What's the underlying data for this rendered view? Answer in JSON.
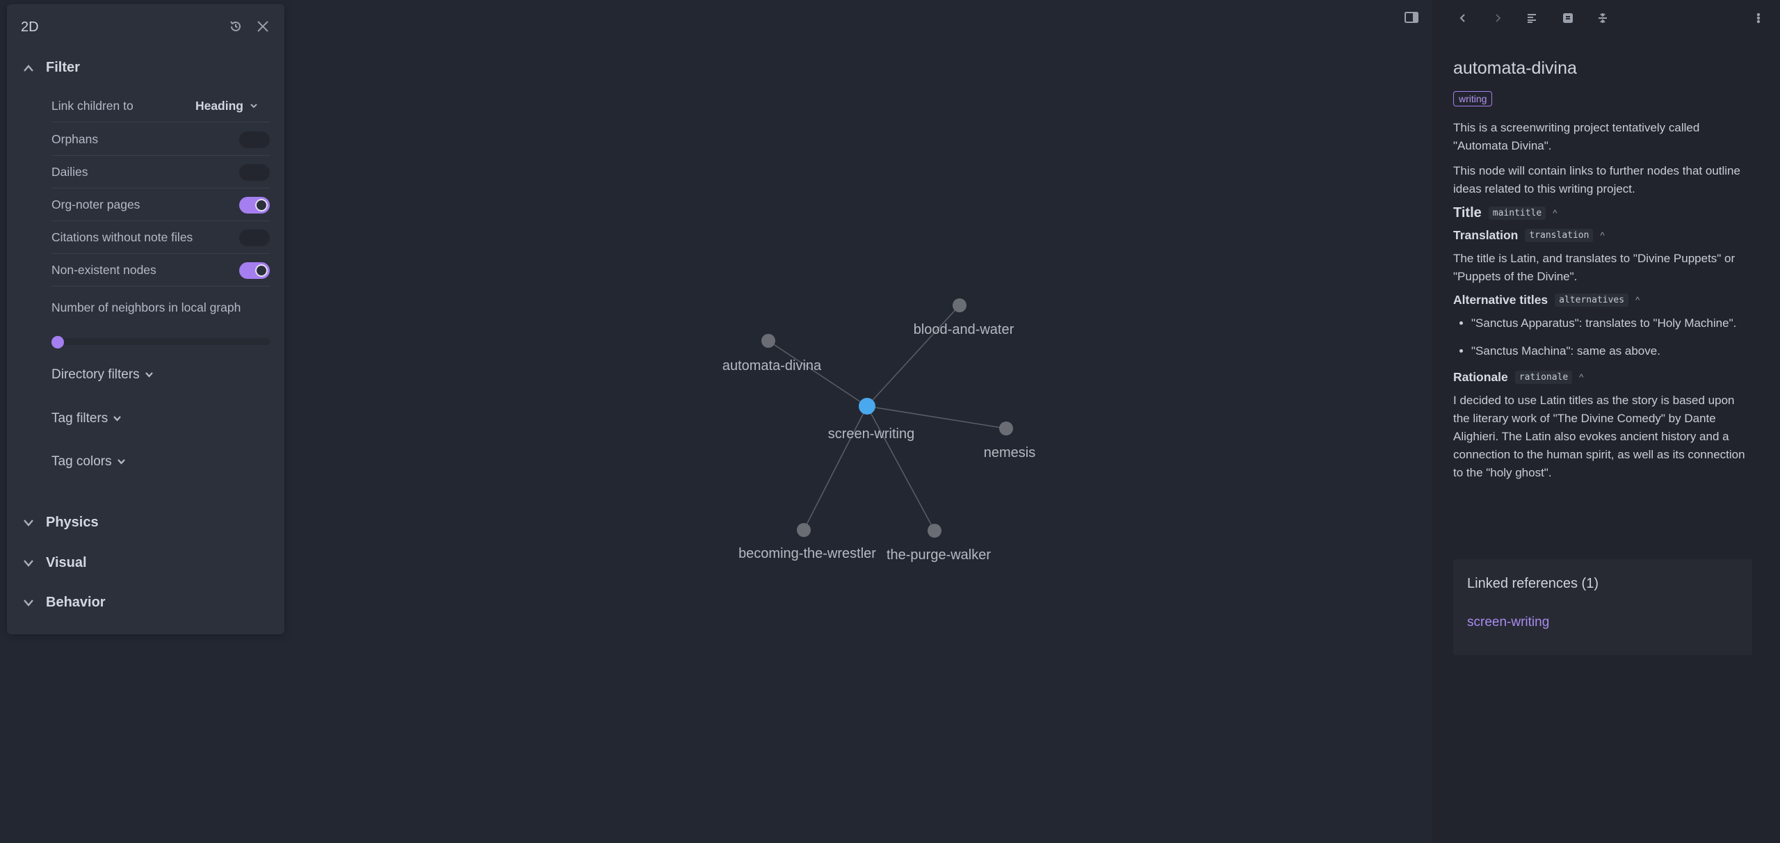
{
  "graph_settings": {
    "title": "2D",
    "filter": {
      "title": "Filter",
      "link_children_label": "Link children to",
      "link_children_value": "Heading",
      "toggles": [
        {
          "label": "Orphans",
          "on": false
        },
        {
          "label": "Dailies",
          "on": false
        },
        {
          "label": "Org-noter pages",
          "on": true
        },
        {
          "label": "Citations without note files",
          "on": false
        },
        {
          "label": "Non-existent nodes",
          "on": true
        }
      ],
      "neighbors_label": "Number of neighbors in local graph",
      "neighbors_value_fraction": 0.0,
      "directory_filters": "Directory filters",
      "tag_filters": "Tag filters",
      "tag_colors": "Tag colors"
    },
    "sections": [
      "Physics",
      "Visual",
      "Behavior"
    ]
  },
  "graph": {
    "nodes": [
      {
        "id": "screen-writing",
        "label": "screen-writing",
        "active": true
      },
      {
        "id": "automata-divina",
        "label": "automata-divina",
        "active": false
      },
      {
        "id": "blood-and-water",
        "label": "blood-and-water",
        "active": false
      },
      {
        "id": "nemesis",
        "label": "nemesis",
        "active": false
      },
      {
        "id": "becoming-the-wrestler",
        "label": "becoming-the-wrestler",
        "active": false
      },
      {
        "id": "the-purge-walker",
        "label": "the-purge-walker",
        "active": false
      }
    ],
    "colors": {
      "active_node": "#4aa8ee",
      "node": "#6a6d74",
      "edge": "#5a5e66"
    }
  },
  "note": {
    "title": "automata-divina",
    "tag": "writing",
    "intro_1": "This is a screenwriting project tentatively called \"Automata Divina\".",
    "intro_2": "This node will contain links to further nodes that out­line ideas related to this writing project.",
    "title_heading": "Title",
    "title_prop": "maintitle",
    "translation_heading": "Translation",
    "translation_prop": "translation",
    "translation_text": "The title is Latin, and translates to \"Divine Puppets\" or \"Puppets of the Divine\".",
    "alternatives_heading": "Alternative titles",
    "alternatives_prop": "alternatives",
    "alternatives": [
      "\"Sanctus Apparatus\": translates to \"Holy Machine\".",
      "\"Sanctus Machina\": same as above."
    ],
    "rationale_heading": "Rationale",
    "rationale_prop": "rationale",
    "rationale_text": "I decided to use Latin titles as the story is based upon the literary work of \"The Divine Comedy\" by Dante Alighieri. The Latin also evokes ancient history and a connection to the human spirit, as well as its connec­tion to the \"holy ghost\".",
    "caret": "^"
  },
  "linked_references": {
    "title": "Linked references (1)",
    "items": [
      "screen-writing"
    ]
  },
  "colors": {
    "accent": "#a57ef0",
    "link": "#a98bf0",
    "background": "#232731"
  }
}
